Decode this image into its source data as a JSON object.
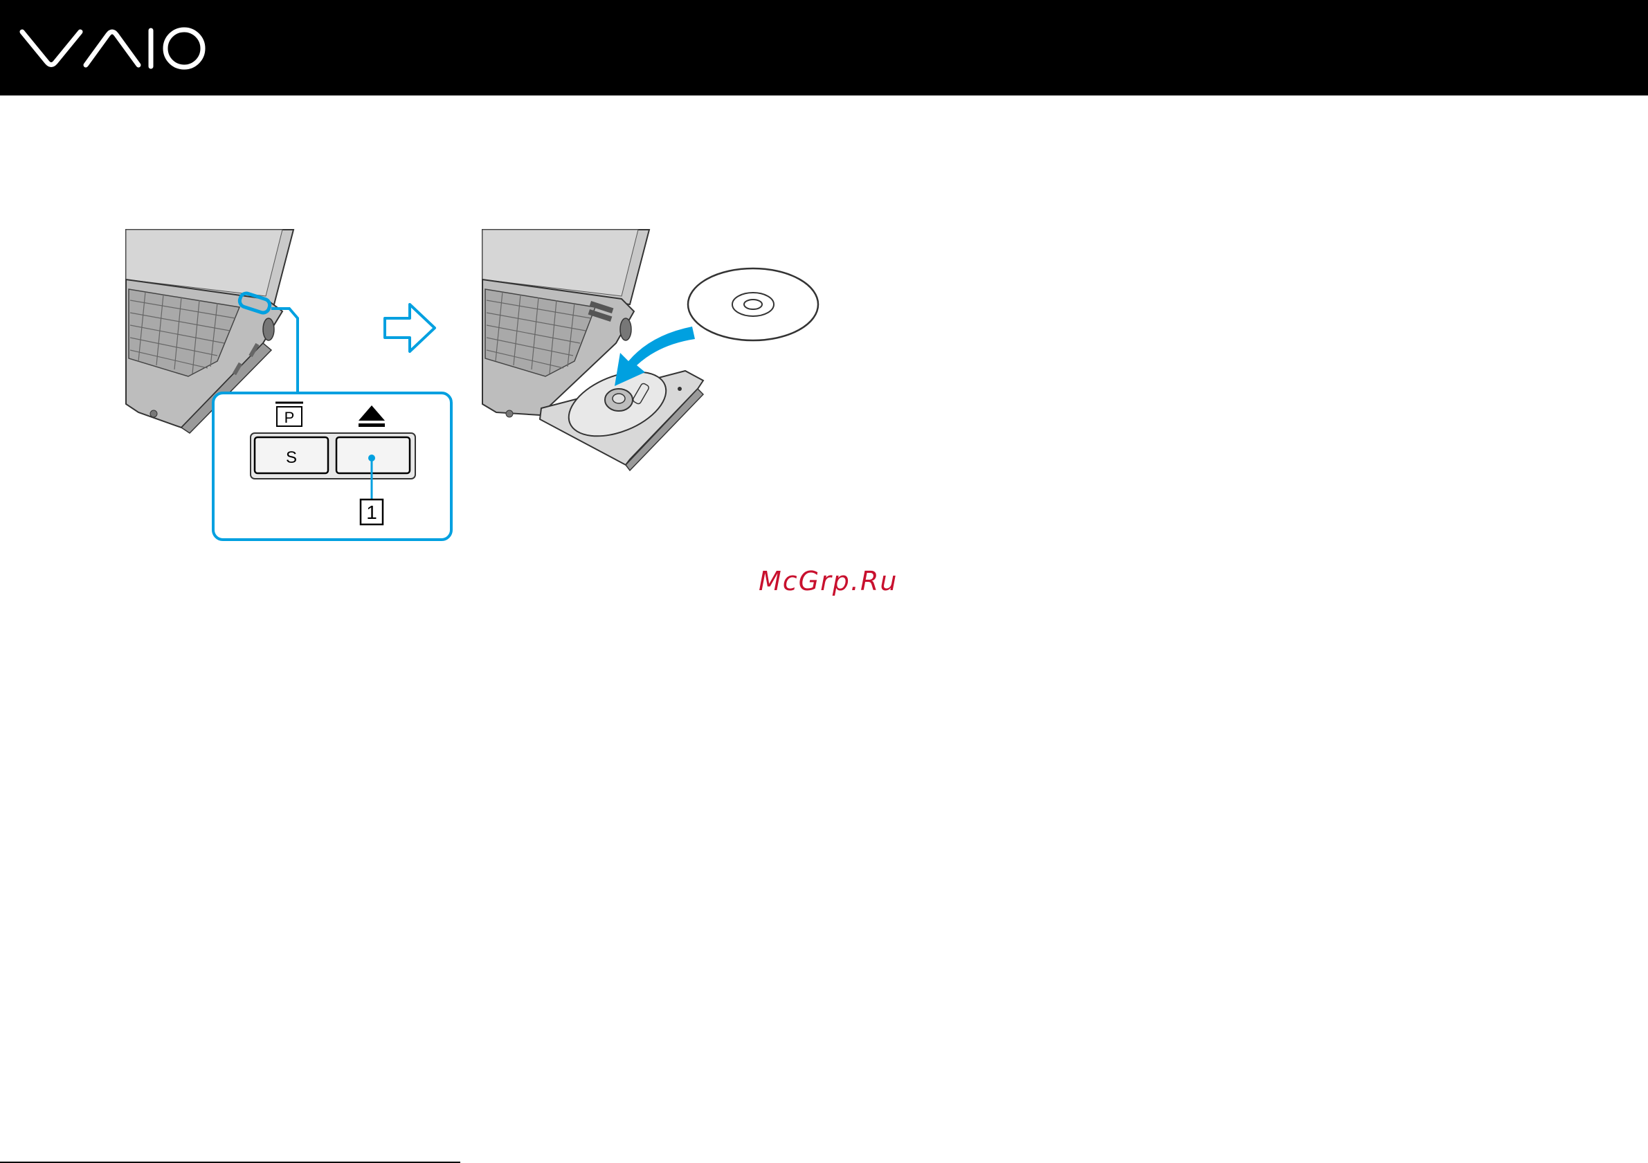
{
  "header": {
    "logo_text": "VAIO",
    "background_color": "#000000"
  },
  "illustration": {
    "callout_color": "#00a0e0",
    "panel": {
      "power_label": "P",
      "left_button_label": "S",
      "eject_symbol": "eject-icon",
      "callout_number": "1"
    },
    "step_arrow": "right-arrow-icon"
  },
  "watermark": {
    "text": "McGrp.Ru",
    "color": "#c8102e"
  }
}
